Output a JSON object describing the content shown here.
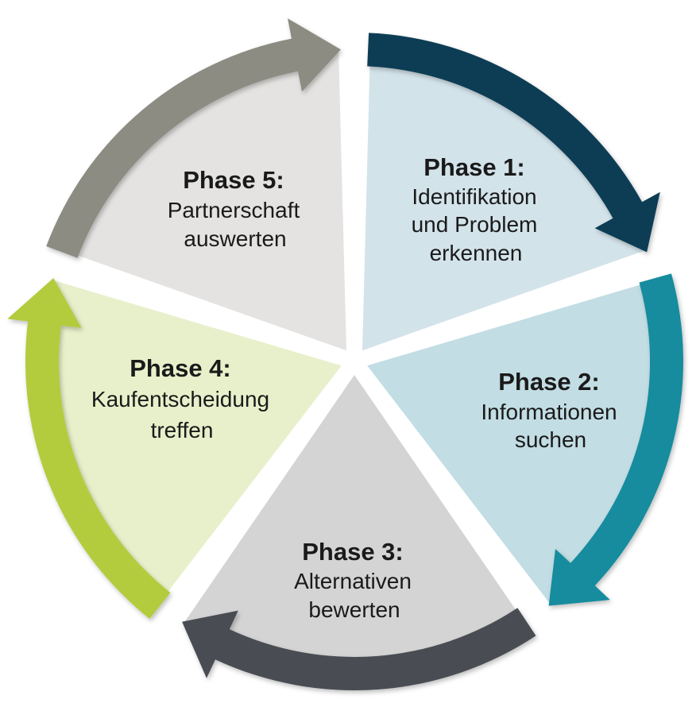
{
  "diagram": {
    "phases": [
      {
        "title": "Phase 1:",
        "lines": [
          "Identifikation",
          "und Problem",
          "erkennen"
        ],
        "segment_color": "#d3e3ea",
        "arrow_color": "#0f3d55"
      },
      {
        "title": "Phase 2:",
        "lines": [
          "Informationen",
          "suchen"
        ],
        "segment_color": "#c2dde4",
        "arrow_color": "#168c9e"
      },
      {
        "title": "Phase 3:",
        "lines": [
          "Alternativen",
          "bewerten"
        ],
        "segment_color": "#d4d4d4",
        "arrow_color": "#4a4e52"
      },
      {
        "title": "Phase 4:",
        "lines": [
          "Kaufentscheidung",
          "treffen"
        ],
        "segment_color": "#e8f0cb",
        "arrow_color": "#b2cc3e"
      },
      {
        "title": "Phase 5:",
        "lines": [
          "Partnerschaft",
          "auswerten"
        ],
        "segment_color": "#e4e3e1",
        "arrow_color": "#8d8c83"
      }
    ]
  }
}
